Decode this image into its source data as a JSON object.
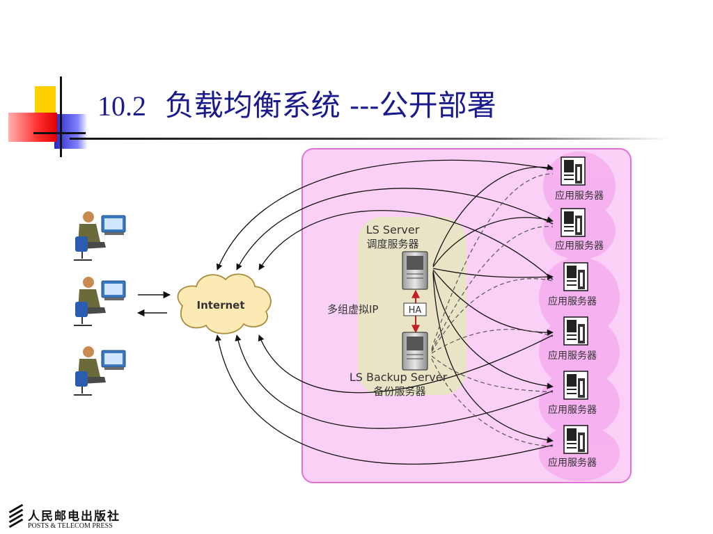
{
  "slide": {
    "title_number": "10.2",
    "title_text": "负载均衡系统 ---公开部署"
  },
  "diagram": {
    "internet_label": "Internet",
    "ls_server_label": "LS Server",
    "ls_server_sublabel": "调度服务器",
    "backup_server_label": "LS Backup Server",
    "backup_server_sublabel": "备份服务器",
    "virtual_ip_label": "多组虚拟IP",
    "ha_label": "HA",
    "app_servers": [
      "应用服务器",
      "应用服务器",
      "应用服务器",
      "应用服务器",
      "应用服务器",
      "应用服务器"
    ]
  },
  "footer": {
    "publisher_cn": "人民邮电出版社",
    "publisher_en": "POSTS & TELECOM PRESS"
  },
  "colors": {
    "title": "#1a1a8c",
    "cluster_bg": "#fbd0f6",
    "cluster_border": "#e070d8",
    "ls_bg": "#e8e6c2",
    "cloud_fill": "#fbeab4",
    "accent_yellow": "#ffd000",
    "accent_red": "#e02020",
    "accent_blue": "#3030c0"
  }
}
